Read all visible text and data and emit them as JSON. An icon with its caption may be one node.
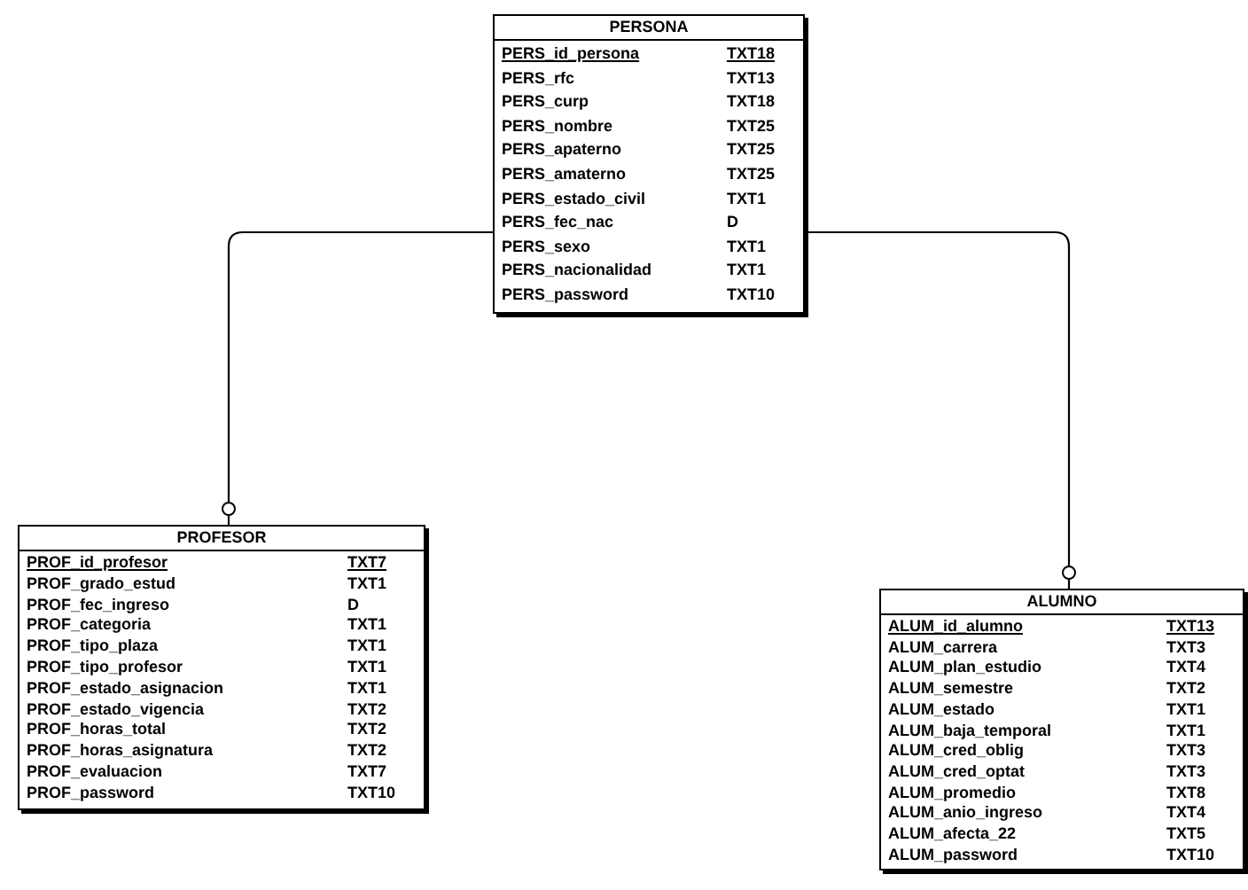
{
  "diagram": {
    "nodes": [
      {
        "text": [
          "PERSONA",
          "PERS_id_persona",
          "TXT18",
          "PERS_rfc",
          "TXT13",
          "PERS_curp",
          "TXT18",
          "PERS_nombre",
          "TXT25",
          "PERS_apaterno",
          "TXT25",
          "PERS_amaterno",
          "TXT25",
          "PERS_estado_civil",
          "TXT1",
          "PERS_fec_nac",
          "D",
          "PERS_sexo",
          "TXT1",
          "PERS_nacionalidad",
          "TXT1",
          "PERS_password",
          "TXT10"
        ]
      },
      {
        "text": [
          "PROFESOR",
          "PROF_id_profesor",
          "TXT7",
          "PROF_grado_estud",
          "TXT1",
          "PROF_fec_ingreso",
          "D",
          "PROF_categoria",
          "TXT1",
          "PROF_tipo_plaza",
          "TXT1",
          "PROF_tipo_profesor",
          "TXT1",
          "PROF_estado_asignacion",
          "TXT1",
          "PROF_estado_vigencia",
          "TXT2",
          "PROF_horas_total",
          "TXT2",
          "PROF_horas_asignatura",
          "TXT2",
          "PROF_evaluacion",
          "TXT7",
          "PROF_password",
          "TXT10"
        ]
      },
      {
        "text": [
          "ALUMNO",
          "ALUM_id_alumno",
          "TXT13",
          "ALUM_carrera",
          "TXT3",
          "ALUM_plan_estudio",
          "TXT4",
          "ALUM_semestre",
          "TXT2",
          "ALUM_estado",
          "TXT1",
          "ALUM_baja_temporal",
          "TXT1",
          "ALUM_cred_oblig",
          "TXT3",
          "ALUM_cred_optat",
          "TXT3",
          "ALUM_promedio",
          "TXT8",
          "ALUM_anio_ingreso",
          "TXT4",
          "ALUM_afecta_22",
          "TXT5",
          "ALUM_password",
          "TXT10"
        ]
      }
    ],
    "edges": [
      {
        "from": 0,
        "to": 1,
        "arrow": "other"
      },
      {
        "from": 0,
        "to": 2,
        "arrow": "other"
      }
    ]
  }
}
